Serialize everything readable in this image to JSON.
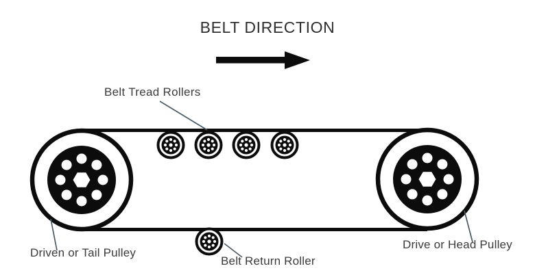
{
  "title": {
    "text": "BELT DIRECTION"
  },
  "labels": {
    "tread_rollers": "Belt Tread Rollers",
    "tail_pulley": "Driven or Tail Pulley",
    "head_pulley": "Drive or Head Pulley",
    "return_roller": "Belt Return Roller"
  },
  "diagram": {
    "type": "conveyor-belt-schematic",
    "belt_direction": "right",
    "pulley_count": 2,
    "tread_roller_count": 4,
    "return_roller_count": 1,
    "pulley_bolt_hole_count": 8,
    "roller_hole_count": 8
  },
  "colors": {
    "ink": "#0c0c0c",
    "title_text": "#2e2e2e",
    "label_text": "#3a3a3a",
    "leader_line": "#4a5a64",
    "background": "#ffffff"
  }
}
